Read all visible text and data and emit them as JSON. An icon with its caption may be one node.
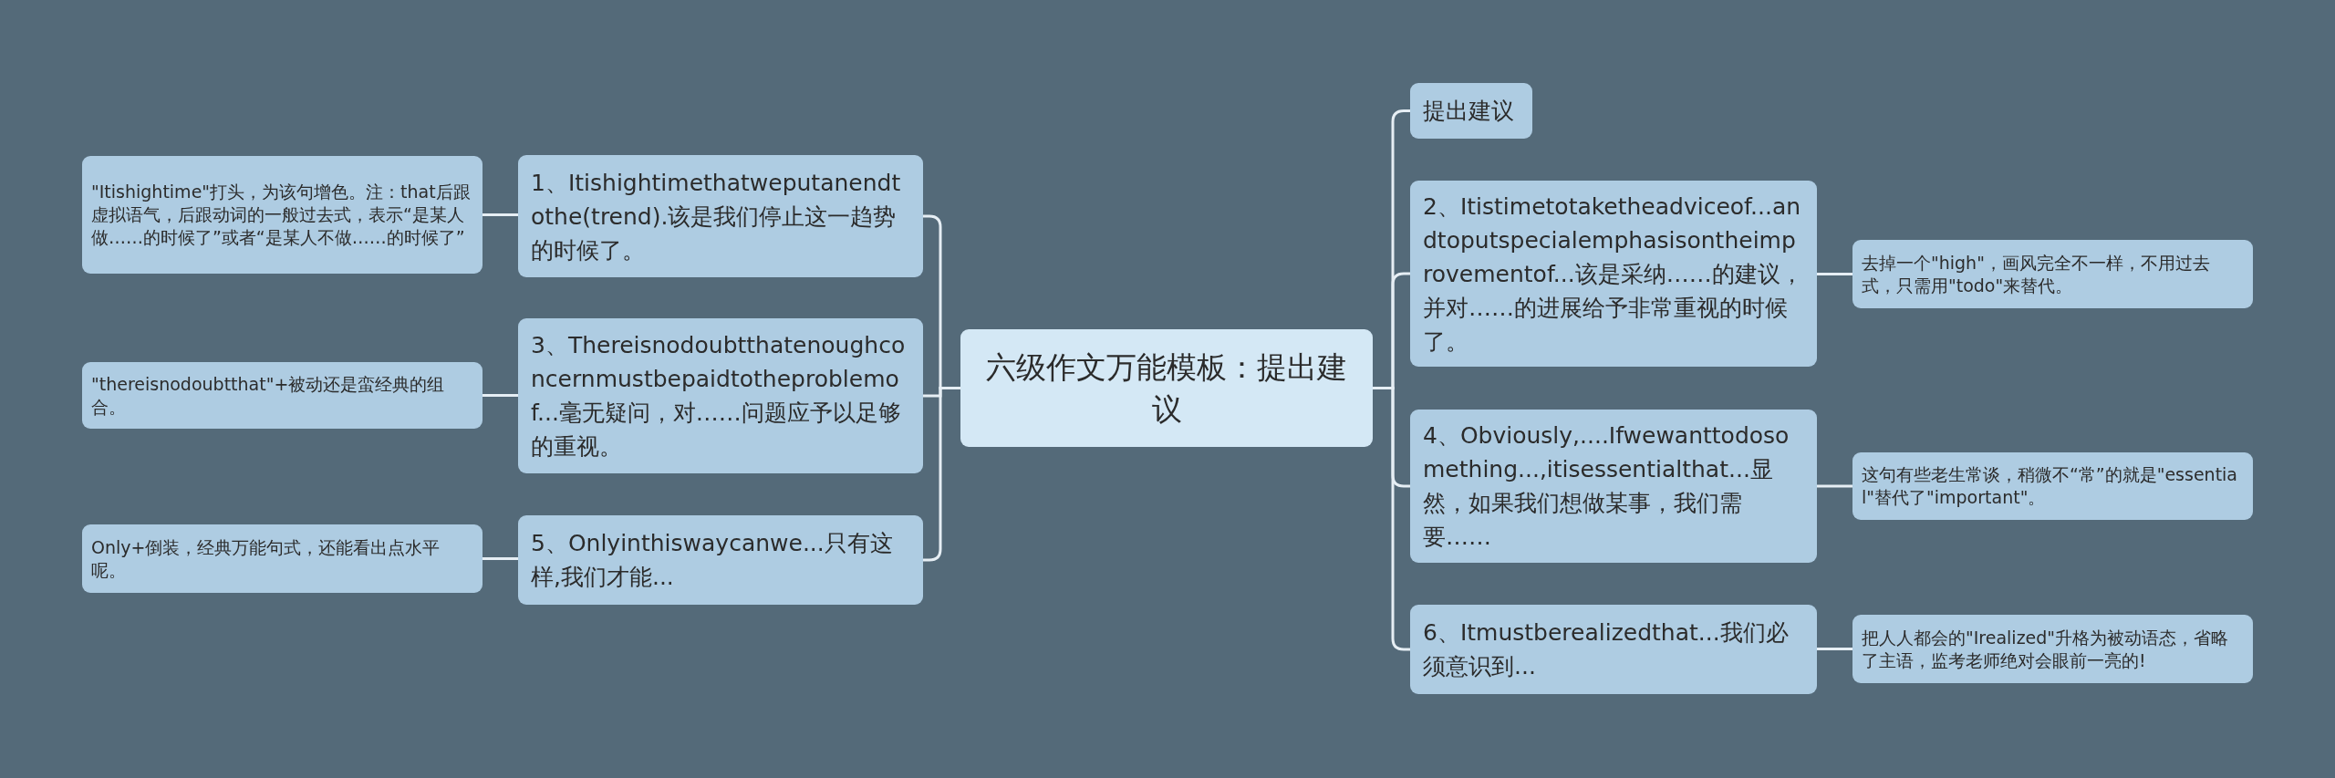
{
  "diagram": {
    "nodes": [
      {
        "text": [
          "六级作文万能模板：提出建议"
        ]
      },
      {
        "text": [
          "1、Itishightimethatweputanendtothe(trend).该是我们停止这一趋势的时候了。"
        ]
      },
      {
        "text": [
          "\"Itishightime\"打头，为该句增色。注：that后跟虚拟语气，后跟动词的一般过去式，表示“是某人做……的时候了”或者“是某人不做……的时候了”"
        ]
      },
      {
        "text": [
          "3、Thereisnodoubtthatenoughconcernmustbepaidtotheproblemof...毫无疑问，对……问题应予以足够的重视。"
        ]
      },
      {
        "text": [
          "\"thereisnodoubtthat\"+被动还是蛮经典的组合。"
        ]
      },
      {
        "text": [
          "5、Onlyinthiswaycanwe...只有这样,我们才能..."
        ]
      },
      {
        "text": [
          "Only+倒装，经典万能句式，还能看出点水平呢。"
        ]
      },
      {
        "text": [
          "提出建议"
        ]
      },
      {
        "text": [
          "2、Itistimetotaketheadviceof...andtoputspecialemphasisontheimprovementof...该是采纳……的建议，并对……的进展给予非常重视的时候了。"
        ]
      },
      {
        "text": [
          "去掉一个\"high\"，画风完全不一样，不用过去式，只需用\"todo\"来替代。"
        ]
      },
      {
        "text": [
          "4、Obviously,....Ifwewanttodosomething...,itisessentialthat...显然，如果我们想做某事，我们需要……"
        ]
      },
      {
        "text": [
          "这句有些老生常谈，稍微不“常”的就是\"essential\"替代了\"important\"。"
        ]
      },
      {
        "text": [
          "6、Itmustberealizedthat...我们必须意识到..."
        ]
      },
      {
        "text": [
          "把人人都会的\"Irealized\"升格为被动语态，省略了主语，监考老师绝对会眼前一亮的!"
        ]
      }
    ],
    "edges": [
      {
        "from": 0,
        "to": 1,
        "arrow": "none"
      },
      {
        "from": 0,
        "to": 3,
        "arrow": "none"
      },
      {
        "from": 0,
        "to": 5,
        "arrow": "none"
      },
      {
        "from": 1,
        "to": 2,
        "arrow": "none"
      },
      {
        "from": 3,
        "to": 4,
        "arrow": "none"
      },
      {
        "from": 5,
        "to": 6,
        "arrow": "none"
      },
      {
        "from": 0,
        "to": 7,
        "arrow": "none"
      },
      {
        "from": 0,
        "to": 8,
        "arrow": "none"
      },
      {
        "from": 0,
        "to": 10,
        "arrow": "none"
      },
      {
        "from": 0,
        "to": 12,
        "arrow": "none"
      },
      {
        "from": 8,
        "to": 9,
        "arrow": "none"
      },
      {
        "from": 10,
        "to": 11,
        "arrow": "none"
      },
      {
        "from": 12,
        "to": 13,
        "arrow": "none"
      }
    ]
  }
}
